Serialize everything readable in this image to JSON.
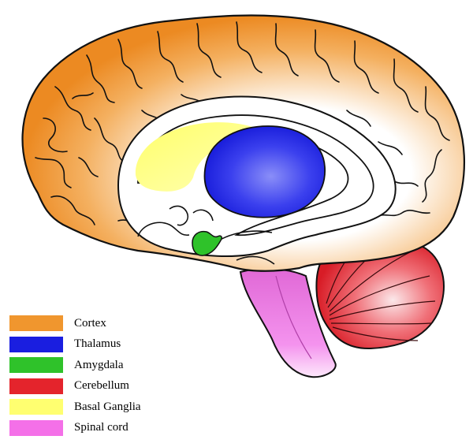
{
  "colors": {
    "cortex": "#f0962e",
    "thalamus": "#1a1ee0",
    "amygdala": "#2fc22a",
    "cerebellum": "#e4242c",
    "basal_ganglia": "#ffff70",
    "spinal_cord": "#f470e8",
    "outline": "#111111",
    "background": "#ffffff"
  },
  "legend": [
    {
      "label": "Cortex",
      "color": "#f0962e",
      "region": "cortex"
    },
    {
      "label": "Thalamus",
      "color": "#1a1ee0",
      "region": "thalamus"
    },
    {
      "label": "Amygdala",
      "color": "#2fc22a",
      "region": "amygdala"
    },
    {
      "label": "Cerebellum",
      "color": "#e4242c",
      "region": "cerebellum"
    },
    {
      "label": "Basal Ganglia",
      "color": "#ffff70",
      "region": "basal-ganglia"
    },
    {
      "label": "Spinal cord",
      "color": "#f470e8",
      "region": "spinal-cord"
    }
  ]
}
